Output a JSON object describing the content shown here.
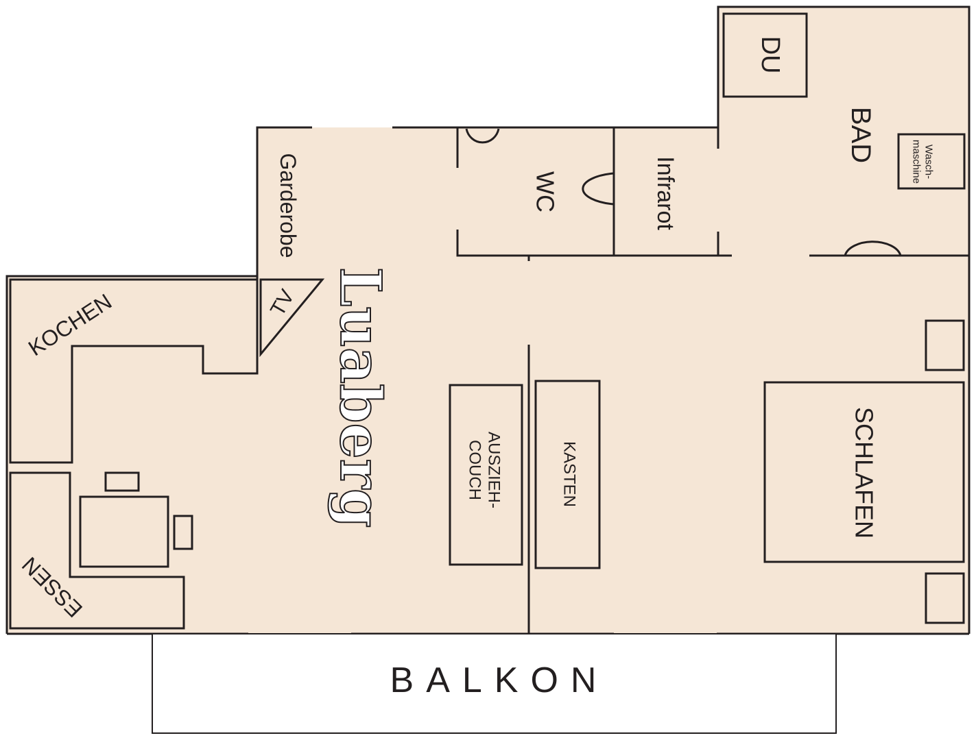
{
  "plan": {
    "name": "Luaberg",
    "fill_color": "#f5e6d6",
    "line_color": "#231f20",
    "rooms": {
      "garderobe": "Garderobe",
      "wc": "WC",
      "infrarot": "Infrarot",
      "du": "DU",
      "bad": "BAD",
      "kochen": "KOCHEN",
      "essen": "ESSEN",
      "schlafen": "SCHLAFEN",
      "balkon": "BALKON"
    },
    "furniture": {
      "tv": "TV",
      "waschmaschine_line1": "Wasch-",
      "waschmaschine_line2": "maschine",
      "couch_line1": "AUSZIEH-",
      "couch_line2": "COUCH",
      "kasten": "KASTEN"
    }
  }
}
